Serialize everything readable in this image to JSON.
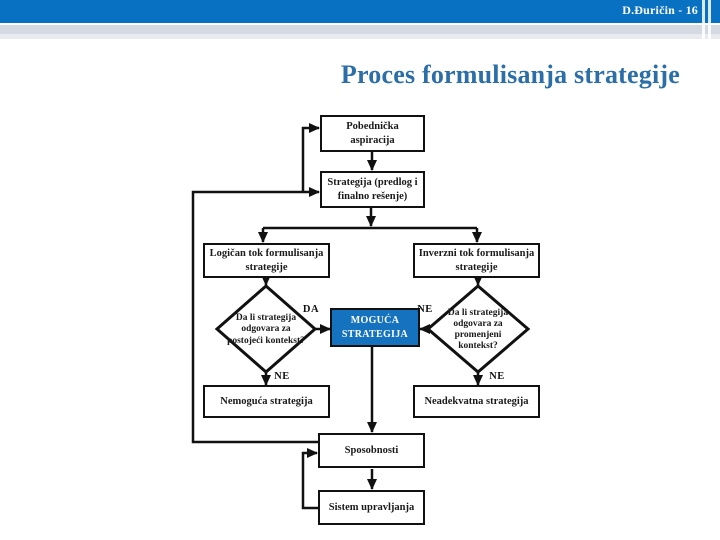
{
  "header": {
    "slide_ref": "D.Đuričin - 16"
  },
  "title": "Proces formulisanja strategije",
  "flow": {
    "nodes": {
      "pobednicka": "Pobednička aspiracija",
      "strategija": "Strategija (predlog i finalno rešenje)",
      "logican_tok": "Logičan tok formulisanja strategije",
      "inverzni_tok": "Inverzni tok formulisanja strategije",
      "decision_left": "Da li strategija odgovara za postojeći kontekst?",
      "moguca": "MOGUĆA STRATEGIJA",
      "decision_right": "Da li strategija odgovara za promenjeni kontekst?",
      "nemoguca": "Nemoguća strategija",
      "neadekvatna": "Neadekvatna strategija",
      "sposobnosti": "Sposobnosti",
      "sistem": "Sistem upravljanja"
    },
    "edge_labels": {
      "da": "DA",
      "ne_to_moguca": "NE",
      "ne_left": "NE",
      "ne_right": "NE"
    }
  },
  "colors": {
    "header_blue": "#0971C2",
    "title_blue": "#2B6EA8",
    "highlight_node_blue": "#1572BE",
    "line_black": "#111111"
  }
}
